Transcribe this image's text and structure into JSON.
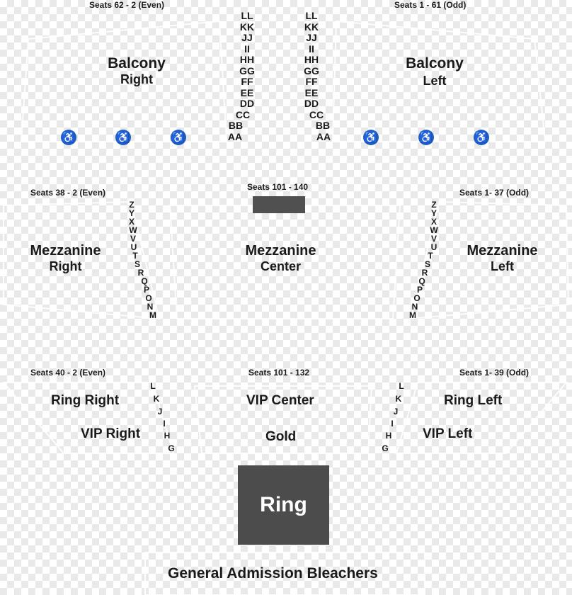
{
  "balcony": {
    "seats_left_header": "Seats 62 - 2 (Even)",
    "seats_right_header": "Seats 1 - 61 (Odd)",
    "right_section": {
      "title": "Balcony",
      "sub": "Right"
    },
    "left_section": {
      "title": "Balcony",
      "sub": "Left"
    },
    "rows_left": [
      "LL",
      "KK",
      "JJ",
      "II",
      "HH",
      "GG",
      "FF",
      "EE",
      "DD",
      "CC",
      "BB",
      "AA"
    ],
    "rows_right": [
      "LL",
      "KK",
      "JJ",
      "II",
      "HH",
      "GG",
      "FF",
      "EE",
      "DD",
      "CC",
      "BB",
      "AA"
    ],
    "accessibility_icon": "wheelchair-icon",
    "accessibility_color": "#1f5ec9"
  },
  "mezzanine": {
    "seats_left_header": "Seats 38 - 2 (Even)",
    "seats_center_header": "Seats 101 - 140",
    "seats_right_header": "Seats 1- 37 (Odd)",
    "right_section": {
      "title": "Mezzanine",
      "sub": "Right"
    },
    "center_section": {
      "title": "Mezzanine",
      "sub": "Center"
    },
    "left_section": {
      "title": "Mezzanine",
      "sub": "Left"
    },
    "rows_left": [
      "Z",
      "Y",
      "X",
      "W",
      "V",
      "U",
      "T",
      "S",
      "R",
      "Q",
      "P",
      "O",
      "N",
      "M"
    ],
    "rows_right": [
      "Z",
      "Y",
      "X",
      "W",
      "V",
      "U",
      "T",
      "S",
      "R",
      "Q",
      "P",
      "O",
      "N",
      "M"
    ]
  },
  "floor": {
    "seats_left_header": "Seats 40 - 2 (Even)",
    "seats_center_header": "Seats 101 - 132",
    "seats_right_header": "Seats 1- 39 (Odd)",
    "ring_right": "Ring Right",
    "vip_right": "VIP Right",
    "vip_center": "VIP Center",
    "gold": "Gold",
    "ring_left": "Ring Left",
    "vip_left": "VIP Left",
    "rows_left": [
      "L",
      "K",
      "J",
      "I",
      "H",
      "G"
    ],
    "rows_right": [
      "L",
      "K",
      "J",
      "I",
      "H",
      "G"
    ]
  },
  "ring": {
    "label": "Ring",
    "color": "#4c4c4c"
  },
  "bleachers": {
    "label": "General Admission Bleachers"
  }
}
